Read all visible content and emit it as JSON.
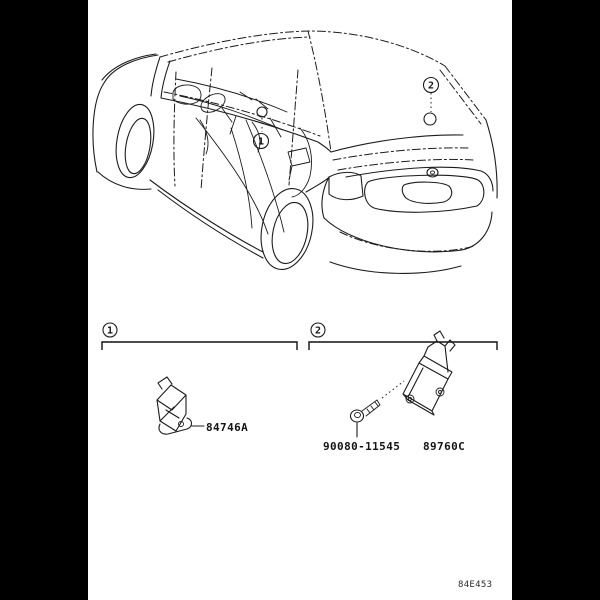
{
  "colors": {
    "background": "#000000",
    "paper": "#ffffff",
    "ink": "#1c1c1c"
  },
  "illustration": {
    "callouts": [
      {
        "number": "1"
      },
      {
        "number": "2"
      }
    ]
  },
  "part_groups": [
    {
      "callout_number": "1",
      "part_numbers": [
        "84746A"
      ]
    },
    {
      "callout_number": "2",
      "part_numbers": [
        "90080-11545",
        "89760C"
      ]
    }
  ],
  "footer": {
    "figure_code": "84E453"
  }
}
